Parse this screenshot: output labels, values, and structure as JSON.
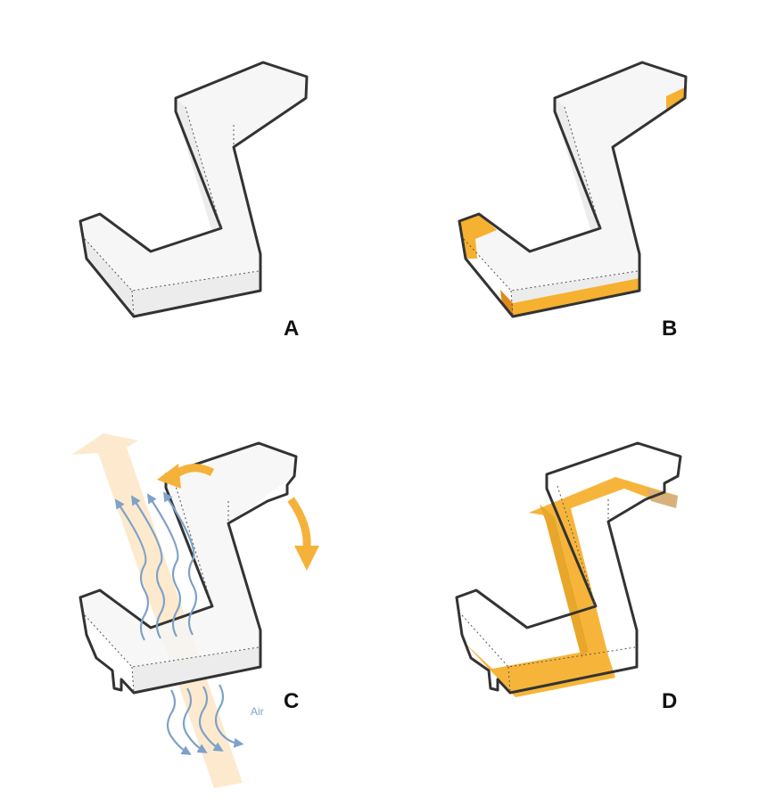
{
  "panels": [
    {
      "id": "A",
      "label": "A"
    },
    {
      "id": "B",
      "label": "B"
    },
    {
      "id": "C",
      "label": "C"
    },
    {
      "id": "D",
      "label": "D"
    }
  ],
  "annotations": {
    "air_label": "Air"
  },
  "colors": {
    "outline": "#333333",
    "face_light": "#f6f6f6",
    "face_shade": "#eaeaea",
    "highlight": "#f5b12f",
    "highlight_dark": "#e08a1c",
    "airflow_band": "#fde8c9",
    "air_arrow": "#7ea2c8",
    "rotate_arrow": "#f5b23a"
  }
}
